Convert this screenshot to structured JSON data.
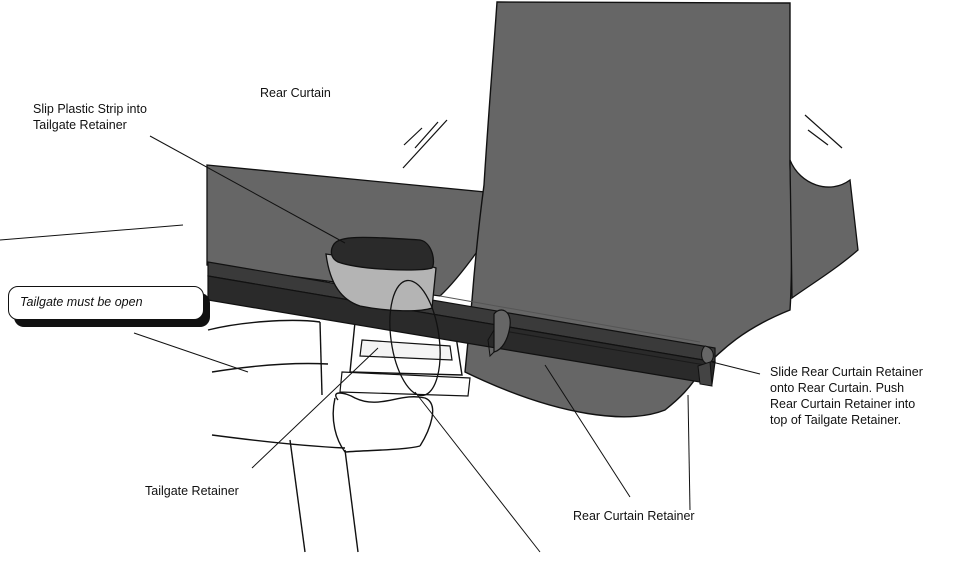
{
  "labels": {
    "slip_strip": [
      "Slip Plastic Strip into",
      "Tailgate Retainer"
    ],
    "rear_curtain": "Rear Curtain",
    "tailgate_note": "Tailgate must be open",
    "slide_retainer": [
      "Slide Rear Curtain Retainer",
      "onto Rear Curtain. Push",
      "Rear Curtain Retainer into",
      "top of Tailgate Retainer."
    ],
    "tailgate_retainer": "Tailgate Retainer",
    "rear_curtain_retainer": "Rear Curtain Retainer"
  },
  "colors": {
    "curtain": "#666666",
    "strip_dark": "#2a2a2a",
    "strip_light": "#b4b4b4",
    "line": "#111111",
    "background": "#ffffff"
  }
}
